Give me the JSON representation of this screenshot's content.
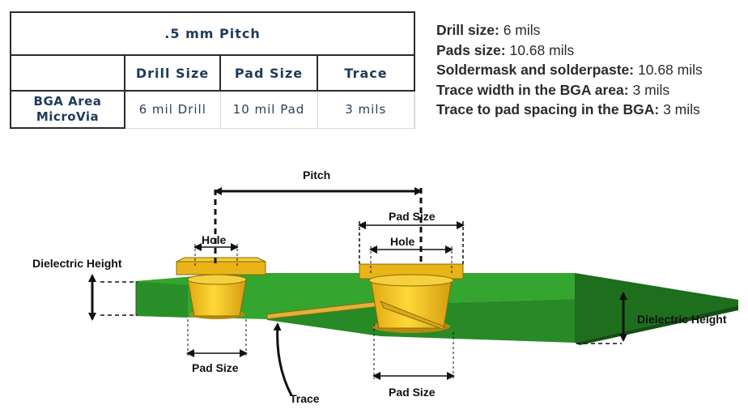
{
  "table": {
    "title": ".5 mm Pitch",
    "headers": [
      "",
      "Drill Size",
      "Pad Size",
      "Trace"
    ],
    "row": {
      "label_line1": "BGA Area",
      "label_line2": "MicroVia",
      "values": [
        "6 mil Drill",
        "10 mil Pad",
        "3 mils"
      ]
    }
  },
  "specs": [
    {
      "label": "Drill size:",
      "value": "6 mils"
    },
    {
      "label": "Pads size:",
      "value": "10.68 mils"
    },
    {
      "label": "Soldermask and solderpaste:",
      "value": "10.68 mils"
    },
    {
      "label": "Trace width in the BGA area:",
      "value": "3 mils"
    },
    {
      "label": "Trace to pad spacing in the BGA:",
      "value": "3 mils"
    }
  ],
  "diagram": {
    "pitch": "Pitch",
    "pad_size_top": "Pad Size",
    "hole_left": "Hole",
    "hole_right": "Hole",
    "dielectric_left": "Dielectric Height",
    "dielectric_right": "Dielectric Height",
    "pad_size_bottom_left": "Pad Size",
    "pad_size_bottom_right": "Pad Size",
    "trace": "Trace",
    "colors": {
      "board": "#2e9a2c",
      "board_dark": "#1d6e1d",
      "copper": "#f2c51a",
      "copper_dark": "#b58a0c"
    }
  }
}
